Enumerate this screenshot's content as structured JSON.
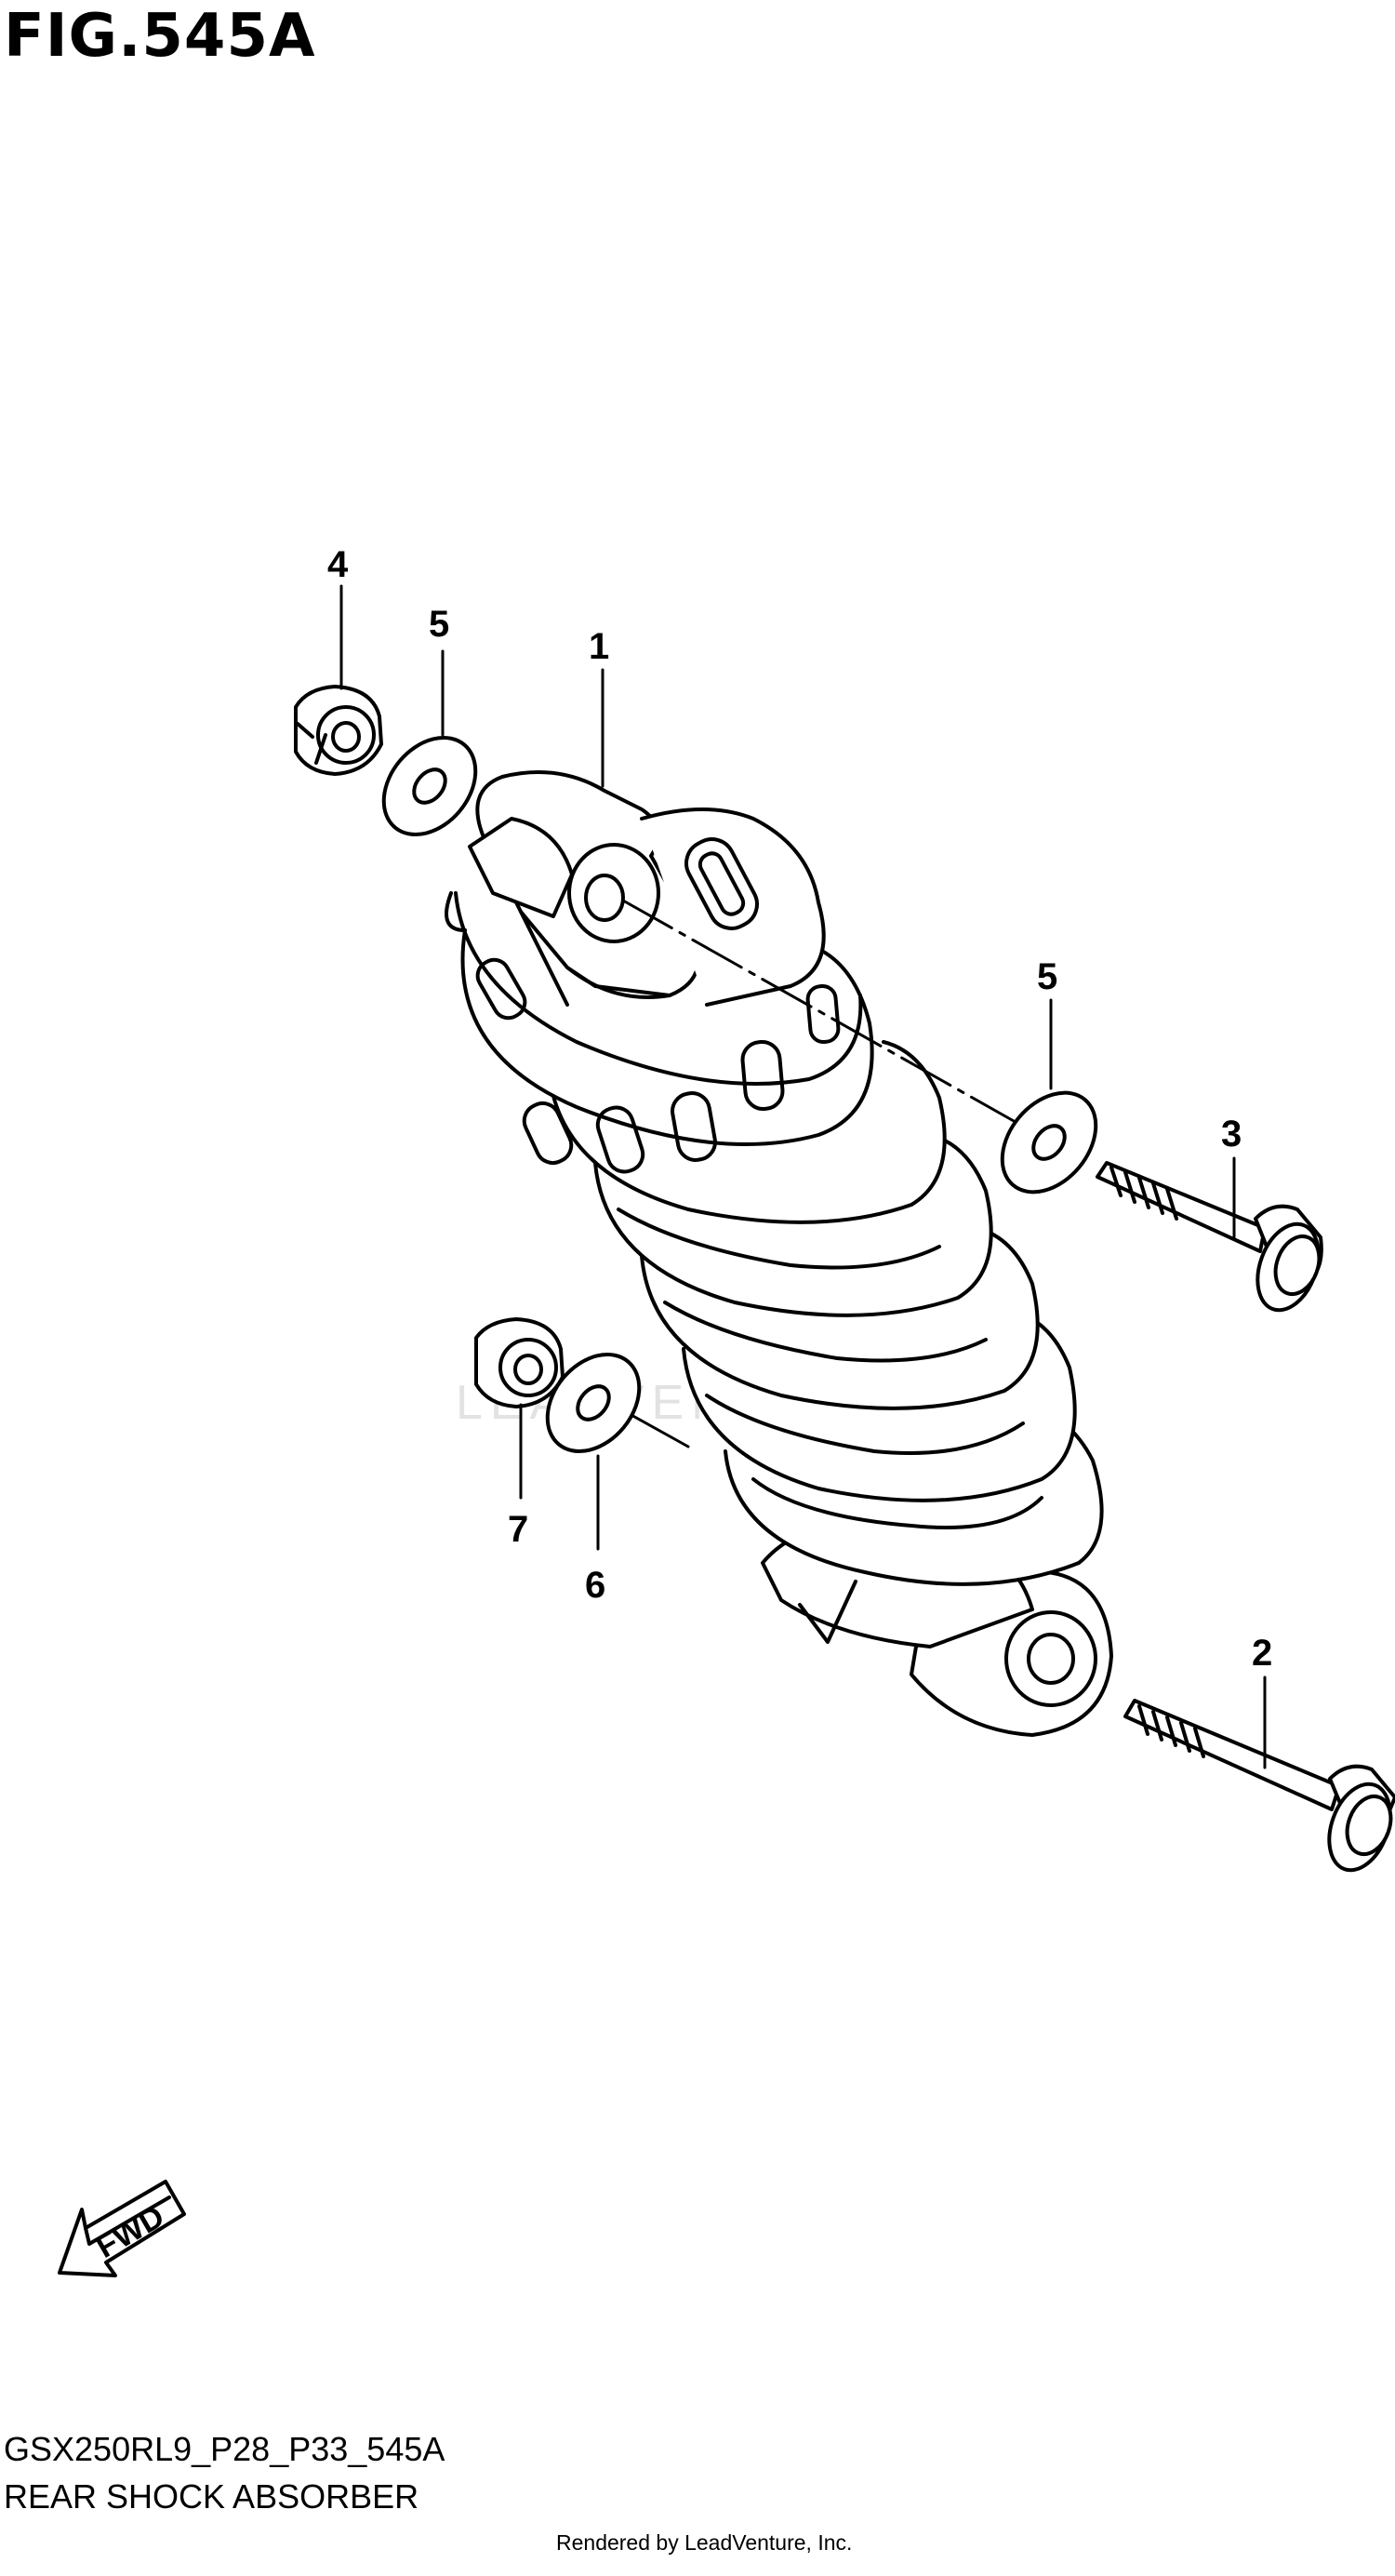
{
  "figure_title": "FIG.545A",
  "callouts": {
    "c1": "1",
    "c2": "2",
    "c3": "3",
    "c4": "4",
    "c5a": "5",
    "c5b": "5",
    "c6": "6",
    "c7": "7"
  },
  "fwd_label": "FWD",
  "watermark": "LEADVENTURE",
  "footer": {
    "code": "GSX250RL9_P28_P33_545A",
    "name": "REAR SHOCK ABSORBER",
    "rendered": "Rendered by LeadVenture, Inc."
  }
}
